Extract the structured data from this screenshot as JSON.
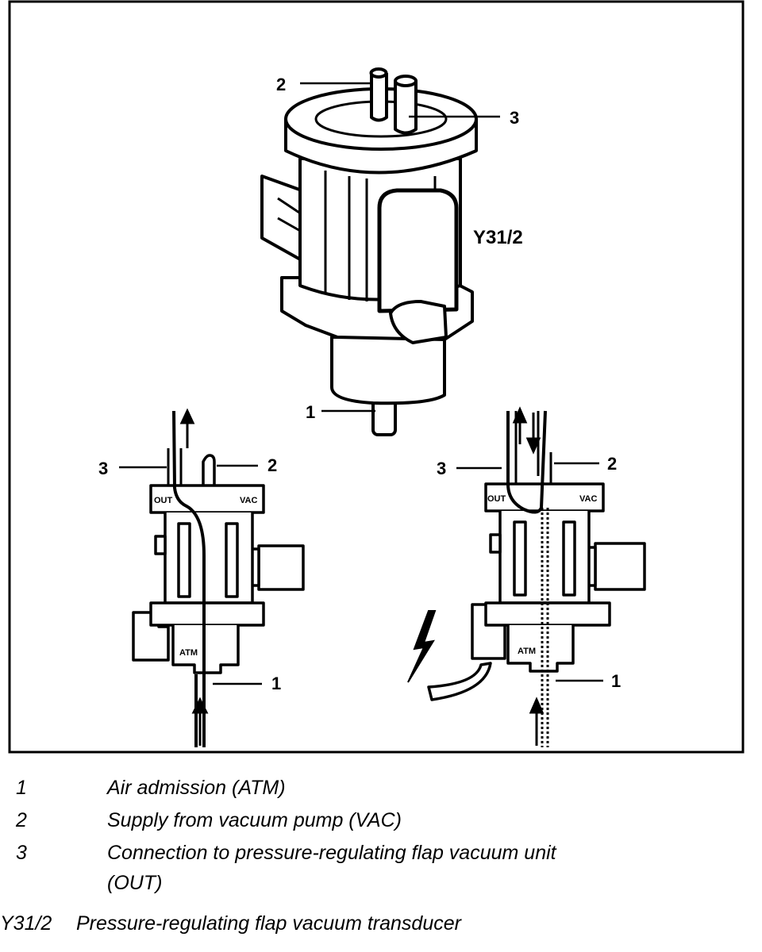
{
  "figure": {
    "component_label": "Y31/2",
    "callouts": {
      "top": {
        "one": "1",
        "two": "2",
        "three": "3"
      },
      "left": {
        "one": "1",
        "two": "2",
        "three": "3"
      },
      "right": {
        "one": "1",
        "two": "2",
        "three": "3"
      }
    },
    "ports": {
      "out": "OUT",
      "vac": "VAC",
      "atm": "ATM"
    }
  },
  "legend": [
    {
      "num": "1",
      "text": "Air admission (ATM)"
    },
    {
      "num": "2",
      "text": "Supply from vacuum pump (VAC)"
    },
    {
      "num": "3",
      "text": "Connection to pressure-regulating flap vacuum unit",
      "cont": "(OUT)"
    }
  ],
  "caption": {
    "id": "Y31/2",
    "text": "Pressure-regulating flap vacuum transducer"
  }
}
